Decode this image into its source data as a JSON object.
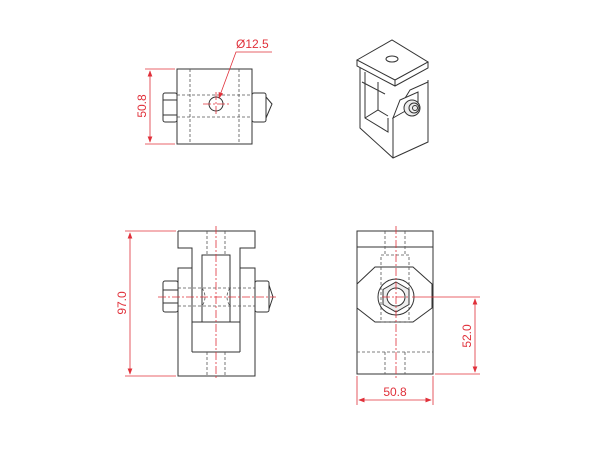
{
  "dimensions": {
    "hole_diameter": "Ø12.5",
    "top_view_height": "50.8",
    "front_view_height": "97.0",
    "side_view_bolt_height": "52.0",
    "side_view_width": "50.8"
  },
  "colors": {
    "outline": "#333333",
    "dimension": "#e0303a"
  }
}
